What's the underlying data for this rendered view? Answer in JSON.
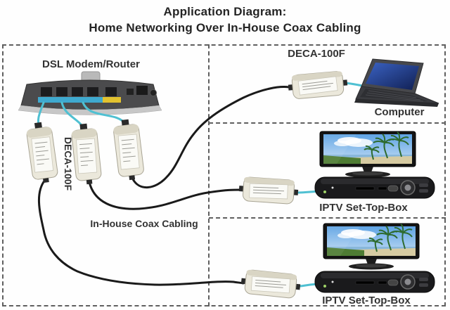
{
  "title": {
    "line1": "Application Diagram:",
    "line2": "Home Networking Over In-House Coax Cabling"
  },
  "labels": {
    "modem_router": "DSL Modem/Router",
    "deca_left": "DECA-100F",
    "deca_top_right": "DECA-100F",
    "in_house_coax": "In-House Coax Cabling",
    "computer": "Computer",
    "iptv_middle": "IPTV Set-Top-Box",
    "iptv_bottom": "IPTV Set-Top-Box"
  },
  "colors": {
    "ethernet_cable": "#4fc0d2",
    "coax_cable": "#1a1a1a",
    "adapter_body": "#ebe8db",
    "dashed_border": "#5f5f5f",
    "router_lan_strip": "#3fa9cf",
    "router_wan_strip": "#e2c22f",
    "text": "#2b2b2b"
  }
}
